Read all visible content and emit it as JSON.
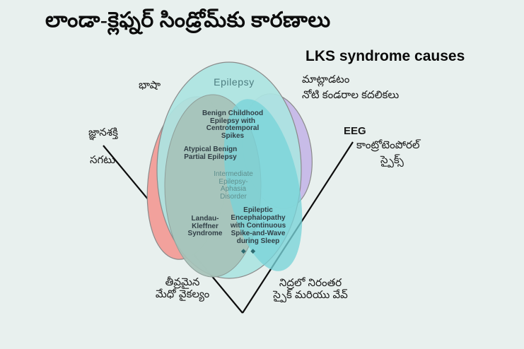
{
  "page": {
    "title": "లాండా-క్లెఫ్నర్ సిండ్రోమ్‌కు కారణాలు",
    "subtitle": "LKS syndrome causes"
  },
  "colors": {
    "background": "#e8f0ee",
    "epilepsy_teal": "#ace4e1",
    "language_pink": "#f2a19c",
    "speech_purple": "#c8bce8",
    "spectrum_sage": "#a6c2b8",
    "csws_cyan": "#79d4d9",
    "ellipse_stroke": "#868e8c",
    "axis_line": "#0d0d0d"
  },
  "venn": {
    "epilepsy": "Epilepsy",
    "benign_childhood": "Benign Childhood\nEpilepsy with\nCentrotemporal\nSpikes",
    "atypical_benign": "Atypical Benign\nPartial Epilepsy",
    "intermediate": "Intermediate\nEpilepsy-\nAphasia\nDisorder",
    "landau_kleffner": "Landau-\nKleffner\nSyndrome",
    "epileptic_encephalopathy": "Epileptic\nEncephalopathy\nwith Continuous\nSpike-and-Wave\nduring Sleep",
    "diamonds": "◆ ◆"
  },
  "labels": {
    "language": "భాషా",
    "speaking": "మాట్లాడటం",
    "mouth_movements": "నోటి కండరాల కదలికలు",
    "cognition": "జ్ఞానశక్తి",
    "average": "సగటు",
    "eeg": "EEG",
    "centrotemporal": "కాంట్రోటెంపోరల్",
    "spikes": "స్పైక్స్",
    "severe_intellectual_disability": "తీవ్రమైన\nమేధో వైకల్యం",
    "continuous_spike_wave_sleep": "నిద్రలో నిరంతర\nస్పైక్ మరియు వేవ్"
  }
}
